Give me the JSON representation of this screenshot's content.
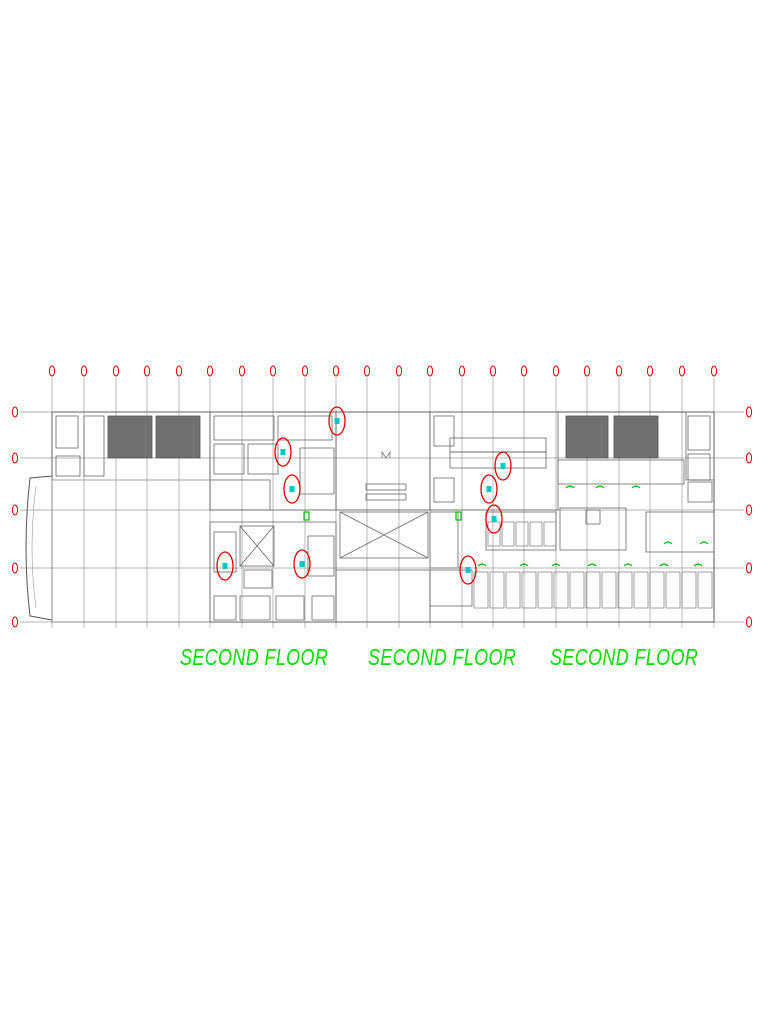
{
  "floor_labels": [
    "SECOND FLOOR",
    "SECOND FLOOR",
    "SECOND FLOOR"
  ],
  "colors": {
    "grid_marker": "#e00000",
    "label": "#00e000",
    "wall": "#555555",
    "thin_line": "#8a8a8a",
    "dense_fill": "#6e6e6e",
    "highlight_circle": "#e00000",
    "device_marker": "#00c8c8",
    "door_accent": "#00c000"
  }
}
